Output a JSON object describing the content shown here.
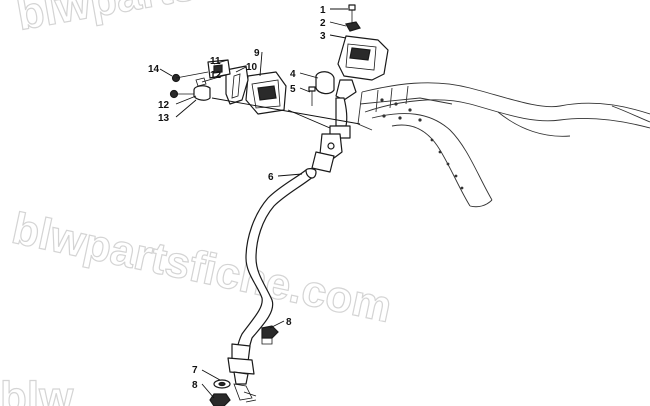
{
  "watermark": {
    "top_fragment": "blwpartsf",
    "center": "blwpartsfiche.com",
    "bottom_fragment": "blw"
  },
  "callouts": [
    {
      "id": "c1",
      "label": "1"
    },
    {
      "id": "c2",
      "label": "2"
    },
    {
      "id": "c3",
      "label": "3"
    },
    {
      "id": "c4",
      "label": "4"
    },
    {
      "id": "c5",
      "label": "5"
    },
    {
      "id": "c6",
      "label": "6"
    },
    {
      "id": "c7",
      "label": "7"
    },
    {
      "id": "c8a",
      "label": "8"
    },
    {
      "id": "c8b",
      "label": "8"
    },
    {
      "id": "c9",
      "label": "9"
    },
    {
      "id": "c10",
      "label": "10"
    },
    {
      "id": "c11",
      "label": "11"
    },
    {
      "id": "c12a",
      "label": "12"
    },
    {
      "id": "c12b",
      "label": "12"
    },
    {
      "id": "c13",
      "label": "13"
    },
    {
      "id": "c14",
      "label": "14"
    }
  ]
}
